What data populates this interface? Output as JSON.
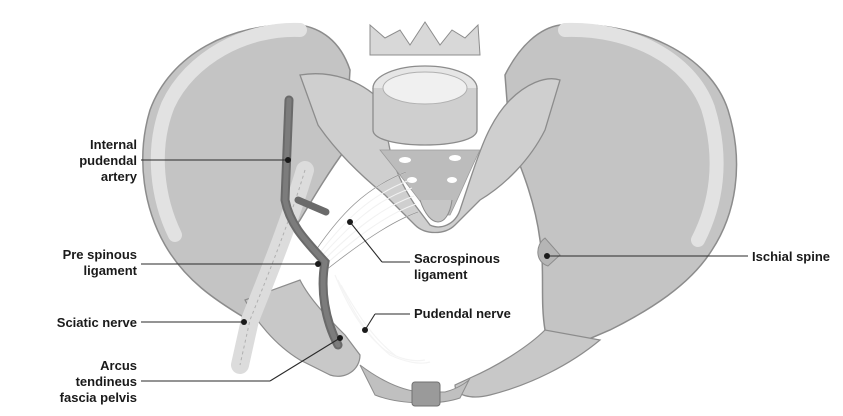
{
  "labels": {
    "internal_pudendal_artery": [
      "Internal",
      "pudendal",
      "artery"
    ],
    "pre_spinous_ligament": [
      "Pre spinous",
      "ligament"
    ],
    "sciatic_nerve": "Sciatic nerve",
    "arcus_tendineus": [
      "Arcus",
      "tendineus",
      "fascia pelvis"
    ],
    "sacrospinous_ligament": [
      "Sacrospinous",
      "ligament"
    ],
    "pudendal_nerve": "Pudendal nerve",
    "ischial_spine": "Ischial spine"
  },
  "colors": {
    "bone": "#bfbfbf",
    "bone_light": "#d6d6d6",
    "bone_dark": "#9a9a9a",
    "artery": "#6e6e6e",
    "outline": "#2a2a2a"
  }
}
